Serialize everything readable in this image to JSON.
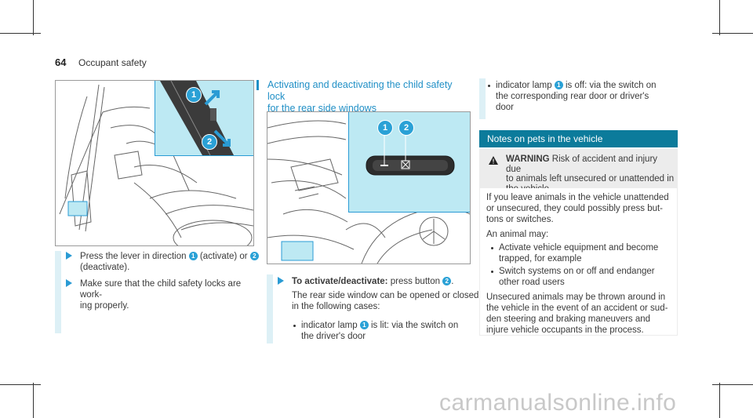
{
  "header": {
    "page_number": "64",
    "section": "Occupant safety"
  },
  "left": {
    "step1": {
      "lines": [
        "Press the lever in direction",
        "(activate) or",
        "(deactivate)."
      ],
      "c1": "1",
      "c2": "2"
    },
    "step2": {
      "lines": [
        "Make sure that the child safety locks are work-",
        "ing properly."
      ]
    },
    "figure_labels": [
      "1",
      "2"
    ]
  },
  "middle": {
    "title": [
      "Activating and deactivating the child safety lock",
      "for the rear side windows"
    ],
    "figure_labels": [
      "1",
      "2"
    ],
    "step": {
      "bold": "To activate/deactivate:",
      "text": "press button",
      "c": "2",
      "end": "."
    },
    "body": [
      "The rear side window can be opened or closed",
      "in the following cases:"
    ],
    "bullet1": {
      "pre": "indicator lamp",
      "c": "1",
      "post": "is lit: via the switch on",
      "line2": "the driver's door"
    }
  },
  "right": {
    "bullet2": {
      "pre": "indicator lamp",
      "c": "1",
      "post": "is off: via the switch on",
      "line2": "the corresponding rear door or driver's",
      "line3": "door"
    },
    "notes_title": "Notes on pets in the vehicle",
    "warning": {
      "label": "WARNING",
      "lines": [
        "Risk of accident and injury due",
        "to animals left unsecured or unattended in",
        "the vehicle"
      ]
    },
    "para1": [
      "If you leave animals in the vehicle unattended",
      "or unsecured, they could possibly press but-",
      "tons or switches."
    ],
    "para2": "An animal may:",
    "bullets": [
      [
        "Activate vehicle equipment and become",
        "trapped, for example"
      ],
      [
        "Switch systems on or off and endanger",
        "other road users"
      ]
    ],
    "para3": [
      "Unsecured animals may be thrown around in",
      "the vehicle in the event of an accident or sud-",
      "den steering and braking maneuvers and",
      "injure vehicle occupants in the process."
    ]
  },
  "footer": {
    "watermark": "carmanualsonline.info"
  },
  "colors": {
    "accent": "#1f8fc6",
    "notes_header": "#0c7b9b",
    "highlight": "#bde9f3",
    "arrow": "#2a9bd4"
  }
}
